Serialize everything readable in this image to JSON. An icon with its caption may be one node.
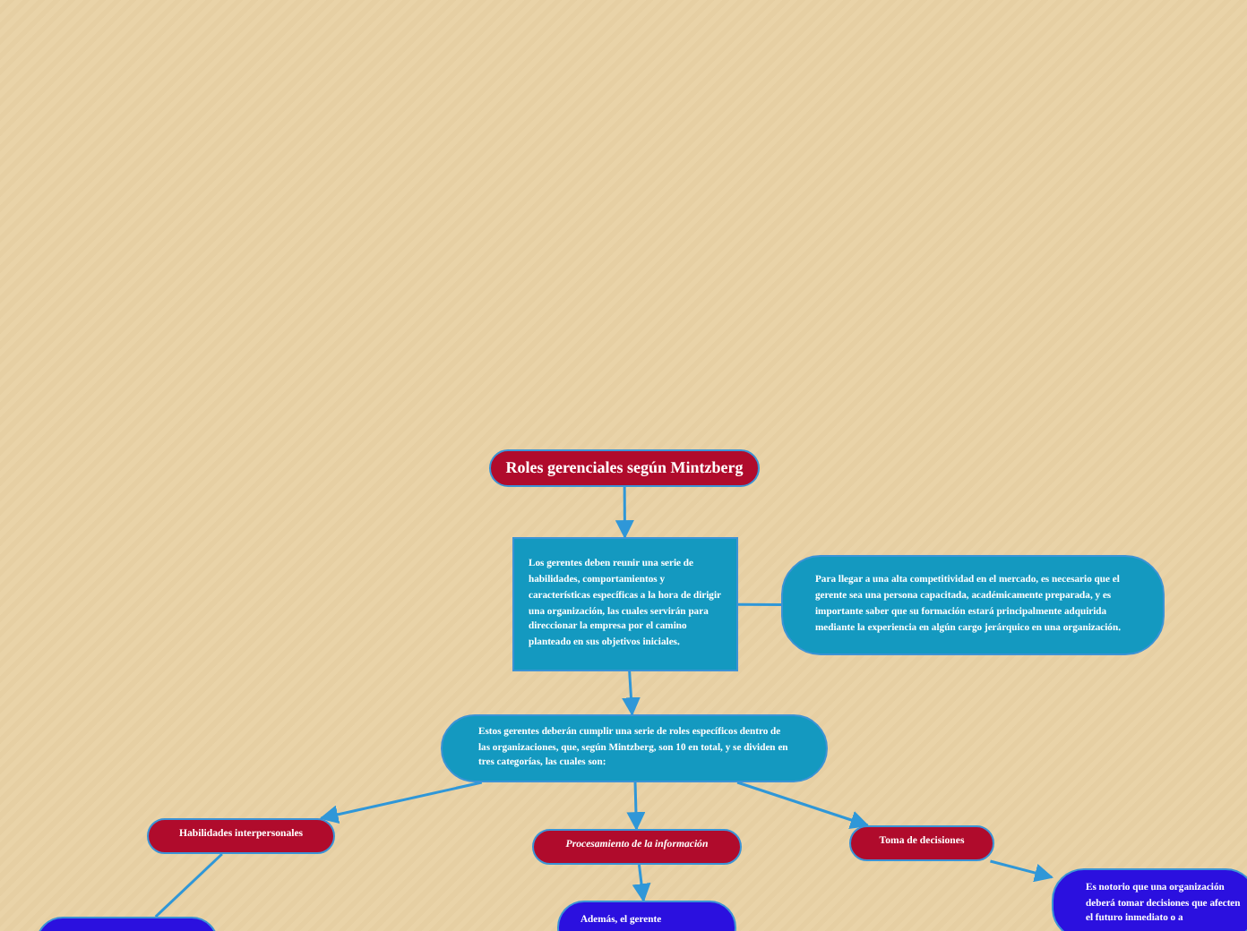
{
  "diagram": {
    "nodes": [
      {
        "text": [
          "Roles gerenciales según Mintzberg"
        ]
      },
      {
        "text": [
          "Los gerentes deben reunir una serie de habilidades, comportamientos y características específicas a la hora de dirigir una organización, las cuales servirán para direccionar la empresa por el camino planteado en sus objetivos iniciales."
        ]
      },
      {
        "text": [
          "Para llegar a una alta competitividad en el mercado, es necesario que el gerente sea una persona capacitada, académicamente preparada, y es importante saber que su formación estará principalmente adquirida mediante la experiencia en algún cargo jerárquico en una organización."
        ]
      },
      {
        "text": [
          "Estos  gerentes deberán cumplir una serie de roles específicos dentro de las organizaciones, que, según Mintzberg, son 10 en total, y se dividen en tres categorías, las cuales son:"
        ]
      },
      {
        "text": [
          "Habilidades interpersonales"
        ]
      },
      {
        "text": [
          "Procesamiento de la información"
        ]
      },
      {
        "text": [
          "Toma de decisiones"
        ]
      },
      {
        "text": [],
        "shape": "box"
      },
      {
        "text": [
          "Además, el gerente"
        ]
      },
      {
        "text": [
          "Es notorio que una organización deberá tomar decisiones que afecten el futuro inmediato o a"
        ]
      }
    ],
    "edges": [
      {
        "from": 0,
        "to": 1,
        "arrow": "to"
      },
      {
        "from": 1,
        "to": 2,
        "arrow": "none"
      },
      {
        "from": 1,
        "to": 3,
        "arrow": "to"
      },
      {
        "from": 3,
        "to": 4,
        "arrow": "to"
      },
      {
        "from": 3,
        "to": 5,
        "arrow": "to"
      },
      {
        "from": 3,
        "to": 6,
        "arrow": "to"
      },
      {
        "from": 4,
        "to": 7,
        "arrow": "none"
      },
      {
        "from": 5,
        "to": 8,
        "arrow": "to"
      },
      {
        "from": 6,
        "to": 9,
        "arrow": "to"
      }
    ]
  }
}
